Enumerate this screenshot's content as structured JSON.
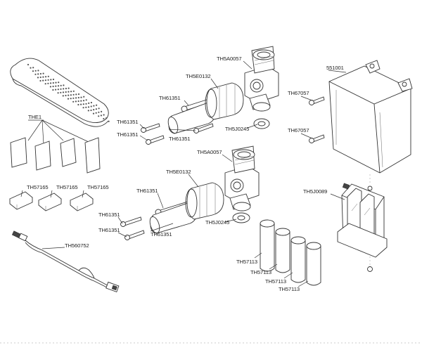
{
  "parts": {
    "cover": "THE1",
    "pads": "TH57165",
    "cable": "TH560752",
    "screw": "TH61351",
    "adapter": "TH5E0132",
    "valve": "TH5A0057",
    "washer": "TH5J0245",
    "housing": "551001",
    "housing_screw": "TH67057",
    "battery_box": "TH5J0089",
    "battery": "TH57113"
  }
}
